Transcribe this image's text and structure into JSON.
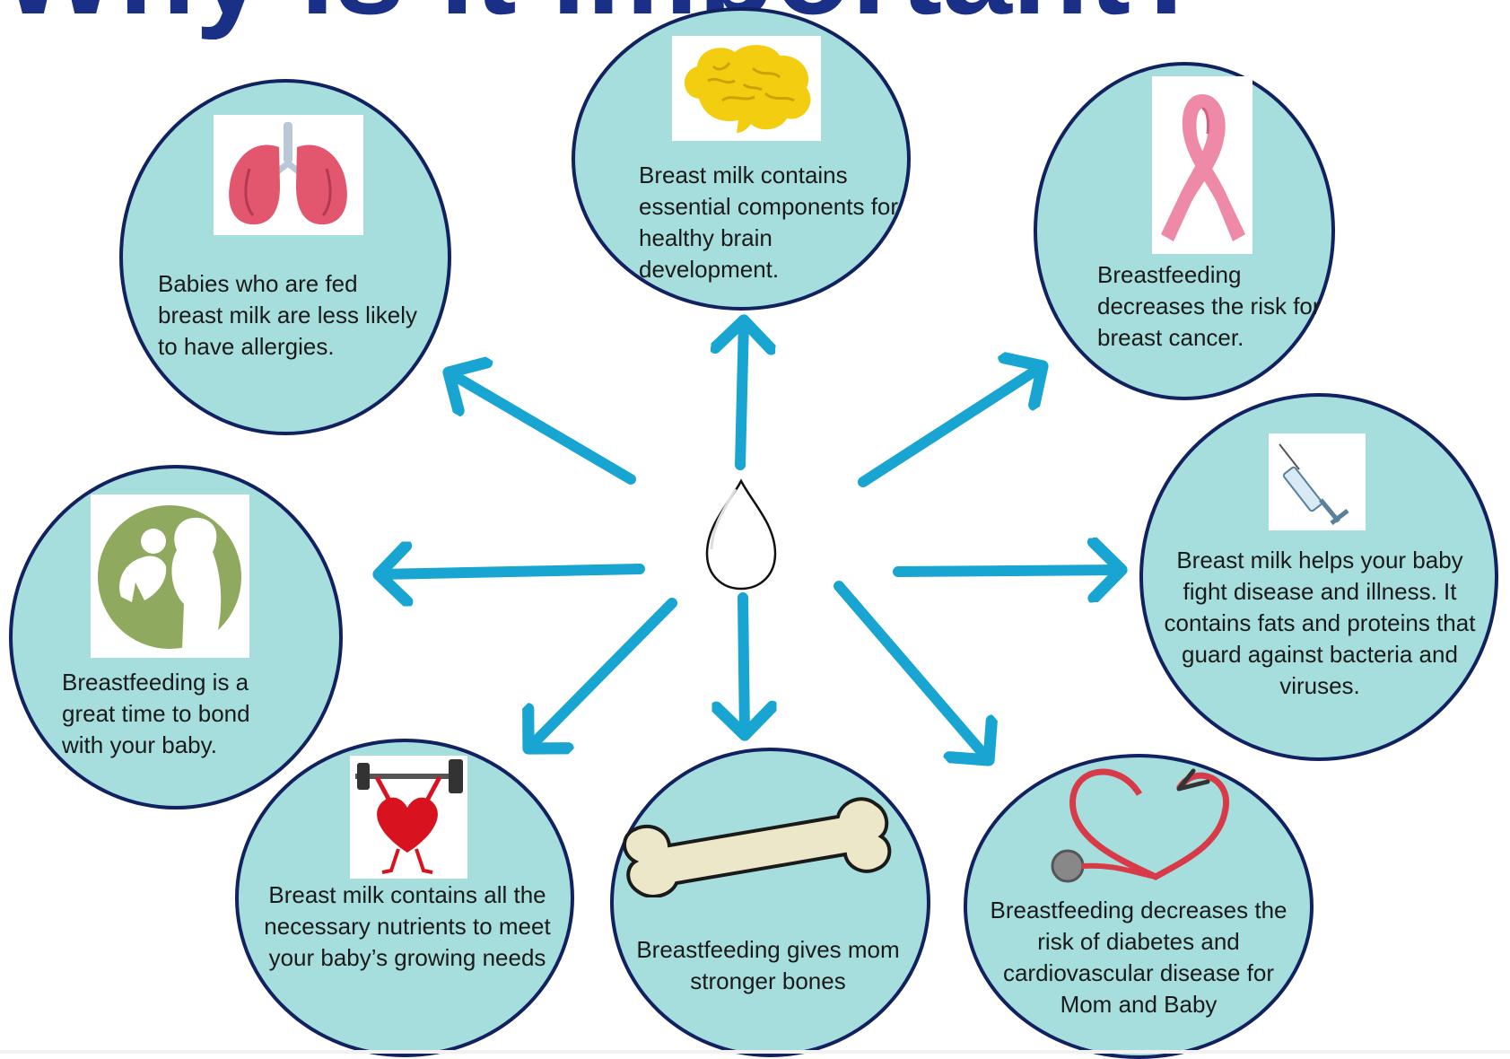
{
  "page": {
    "title": "Why is it important?"
  },
  "center": {
    "icon": "milk-drop-icon"
  },
  "benefits": [
    {
      "id": "allergies",
      "icon": "lungs-icon",
      "text": "Babies who are fed breast milk are less likely to have allergies."
    },
    {
      "id": "brain",
      "icon": "brain-icon",
      "text": "Breast milk contains essential components for healthy brain development."
    },
    {
      "id": "cancer",
      "icon": "pink-ribbon-icon",
      "text": "Breastfeeding decreases the risk for breast cancer."
    },
    {
      "id": "immunity",
      "icon": "syringe-icon",
      "text": "Breast milk helps your baby fight disease and illness. It contains fats and proteins that guard against bacteria and viruses."
    },
    {
      "id": "heart",
      "icon": "stethoscope-heart-icon",
      "text": "Breastfeeding decreases the risk of diabetes and cardiovascular disease for Mom and Baby"
    },
    {
      "id": "bones",
      "icon": "bone-icon",
      "text": "Breastfeeding gives mom stronger bones"
    },
    {
      "id": "nutrients",
      "icon": "heart-weightlifter-icon",
      "text": "Breast milk contains all the necessary nutrients to meet your baby’s growing needs"
    },
    {
      "id": "bonding",
      "icon": "mother-baby-icon",
      "text": "Breastfeeding is a great time to bond with your baby."
    }
  ],
  "colors": {
    "title": "#1a2f86",
    "bubble_fill": "#a6dede",
    "bubble_border": "#12215f",
    "arrow": "#19a5d1"
  }
}
